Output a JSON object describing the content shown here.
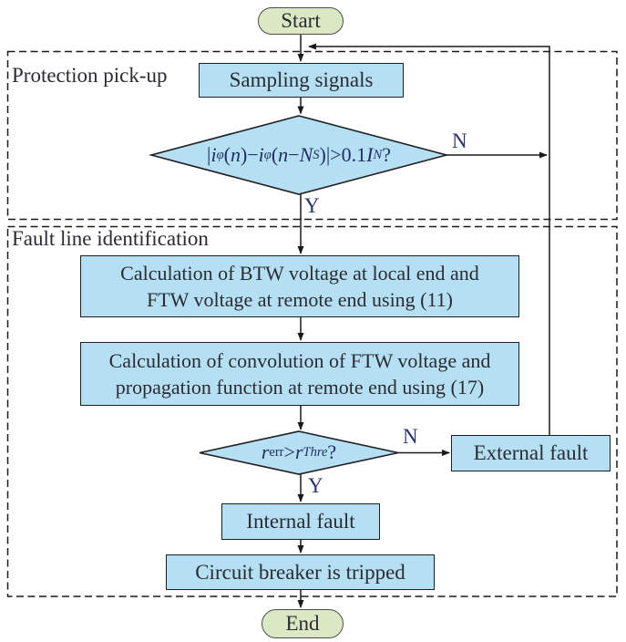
{
  "palette": {
    "process_fill": "#b5e0f3",
    "terminal_fill": "#dce8c4",
    "line_color": "#1a1a1a",
    "box_border": "#1f1f1f",
    "text_ink": "#2b2b33",
    "decision_text": "#293372",
    "background": "#ffffff"
  },
  "sections": {
    "pickup": {
      "label": "Protection pick-up"
    },
    "fault_id": {
      "label": "Fault line identification"
    }
  },
  "nodes": {
    "start": {
      "label": "Start"
    },
    "end": {
      "label": "End"
    },
    "sampling": {
      "label": "Sampling signals"
    },
    "calc1": {
      "line1": "Calculation of BTW voltage at local end and",
      "line2": "FTW voltage at remote end using (11)"
    },
    "calc2": {
      "line1": "Calculation of convolution of FTW voltage and",
      "line2": "propagation function at remote end using (17)"
    },
    "decision1": {
      "plain_text": "|iφ(n)−iφ(n−NS)|>0.1IN?",
      "segments": [
        {
          "t": "|"
        },
        {
          "t": "i",
          "i": 1
        },
        {
          "t": "φ",
          "sub": 1,
          "i": 1
        },
        {
          "t": "("
        },
        {
          "t": "n",
          "i": 1
        },
        {
          "t": ")−"
        },
        {
          "t": "i",
          "i": 1
        },
        {
          "t": "φ",
          "sub": 1,
          "i": 1
        },
        {
          "t": "("
        },
        {
          "t": "n",
          "i": 1
        },
        {
          "t": "−"
        },
        {
          "t": "N",
          "i": 1
        },
        {
          "t": "S",
          "sub": 1,
          "i": 1
        },
        {
          "t": ")|>0.1"
        },
        {
          "t": "I",
          "i": 1
        },
        {
          "t": "N",
          "sub": 1,
          "i": 1
        },
        {
          "t": "?"
        }
      ],
      "no_label": "N",
      "yes_label": "Y"
    },
    "decision2": {
      "plain_text": "rerr>rThre?",
      "segments": [
        {
          "t": "r",
          "i": 1
        },
        {
          "t": "err",
          "sub": 1
        },
        {
          "t": ">"
        },
        {
          "t": "r",
          "i": 1
        },
        {
          "t": "Thre",
          "sub": 1,
          "i": 1
        },
        {
          "t": "?"
        }
      ],
      "no_label": "N",
      "yes_label": "Y"
    },
    "external_fault": {
      "label": "External fault"
    },
    "internal_fault": {
      "label": "Internal fault"
    },
    "circuit_breaker": {
      "label": "Circuit breaker is tripped"
    }
  }
}
